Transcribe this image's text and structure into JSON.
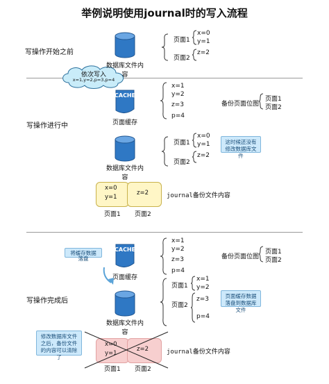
{
  "title": "举例说明使用journal时的写入流程",
  "sections": {
    "before": {
      "label": "写操作开始之前"
    },
    "inprogress": {
      "label": "写操作进行中"
    },
    "done": {
      "label": "写操作完成后"
    }
  },
  "cloud": {
    "line1": "依次写入",
    "line2": "x=1,y=2,p=3,p=4"
  },
  "db_label": "数据库文件内容",
  "cache": {
    "icon_text": "CACHE",
    "label": "页面缓存"
  },
  "pages": {
    "page1": "页面1",
    "page2": "页面2"
  },
  "values": {
    "x0": "x=0",
    "y1": "y=1",
    "z2": "z=2",
    "x1": "x=1",
    "y2": "y=2",
    "z3": "z=3",
    "p4": "p=4"
  },
  "bitmap_label": "备份页面位图",
  "journal_label": "journal备份文件内容",
  "callouts": {
    "not_modified": "这时候还没有修改数据库文件",
    "flush_cache": "将缓存数据落盘",
    "cache_written": "页面缓存数据落盘到数据库文件",
    "can_delete": "修改数据库文件之后，备份文件的内容可以清除了"
  }
}
